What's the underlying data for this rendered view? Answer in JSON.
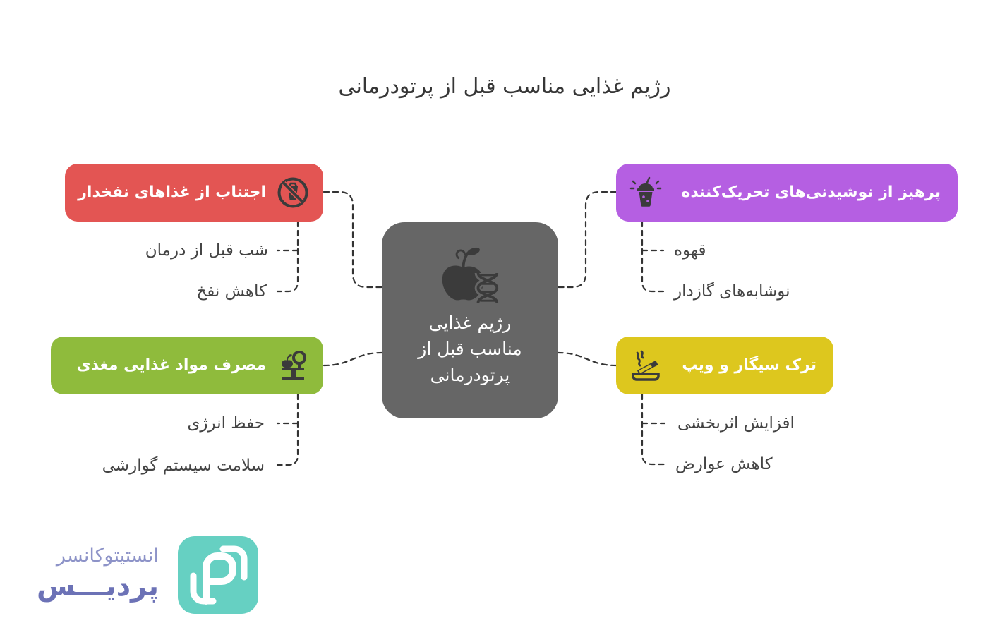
{
  "title": "رژیم غذایی مناسب قبل از پرتودرمانی",
  "center": {
    "lines": [
      "رژیم غذایی",
      "مناسب قبل از",
      "پرتودرمانی"
    ],
    "icon": "apple-dna-icon",
    "color": "#666666"
  },
  "branches": {
    "avoid_gassy_foods": {
      "label": "اجتناب از غذاهای نفخدار",
      "icon": "no-food-icon",
      "color": "#e35553",
      "items": [
        "شب قبل از درمان",
        "کاهش نفخ"
      ]
    },
    "avoid_stimulant_drinks": {
      "label": "پرهیز از نوشیدنی‌های تحریک‌کننده",
      "icon": "soda-cup-icon",
      "color": "#b55fe2",
      "items": [
        "قهوه",
        "نوشابه‌های گازدار"
      ]
    },
    "nutritious_foods": {
      "label": "مصرف مواد غذایی مغذی",
      "icon": "nutrition-scale-icon",
      "color": "#8fbb3c",
      "items": [
        "حفظ انرژی",
        "سلامت سیستم گوارشی"
      ]
    },
    "quit_smoking": {
      "label": "ترک سیگار و ویپ",
      "icon": "cigarette-ashtray-icon",
      "color": "#ddc71e",
      "items": [
        "افزایش اثربخشی",
        "کاهش عوارض"
      ]
    }
  },
  "logo": {
    "name_top": "انستیتوکانسر",
    "name_bottom": "پردیـــس",
    "icon": "pardis-logo-icon",
    "brand_color": "#66d0c2",
    "text_color_top": "#8d93c8",
    "text_color_bottom": "#6c72b6"
  }
}
